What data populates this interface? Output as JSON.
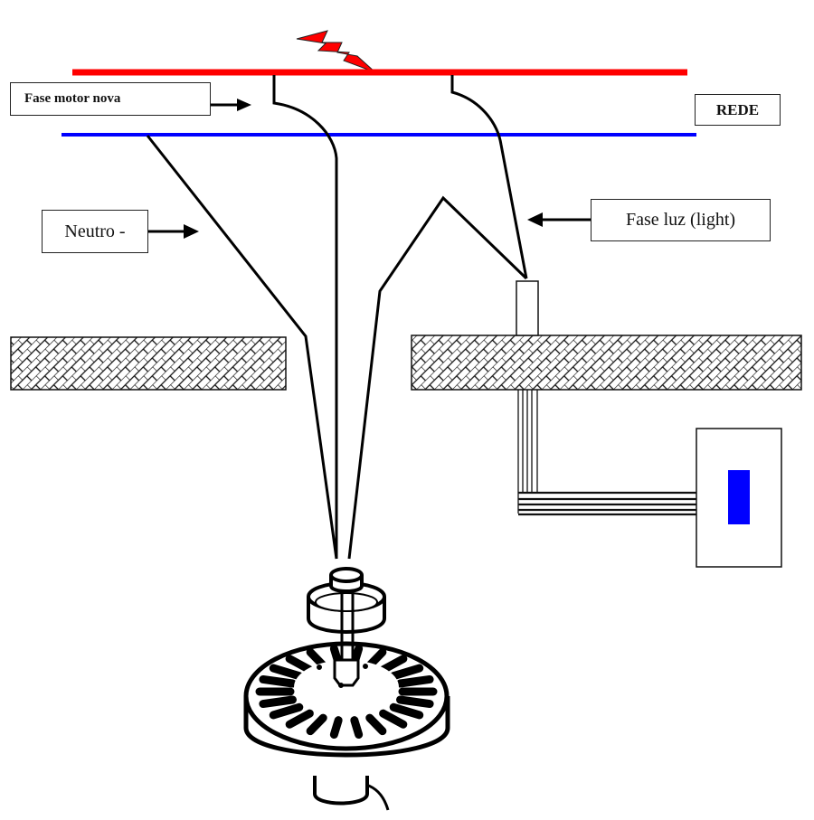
{
  "diagram": {
    "title": "Ceiling fan wiring diagram",
    "labels": {
      "fase_motor": "Fase motor  nova",
      "rede": "REDE",
      "neutro": "Neutro -",
      "fase_luz": "Fase luz (light)"
    },
    "colors": {
      "phase_line": "#ff0000",
      "neutral_line": "#0000ff",
      "lightning": "#ff0000",
      "switch_indicator": "#0000ff",
      "wire": "#000000"
    },
    "components": [
      "lightning-bolt-icon",
      "phase-bus-line",
      "neutral-bus-line",
      "ceiling-slab-left",
      "ceiling-slab-right",
      "junction-box",
      "wall-switch",
      "fan-motor"
    ]
  }
}
